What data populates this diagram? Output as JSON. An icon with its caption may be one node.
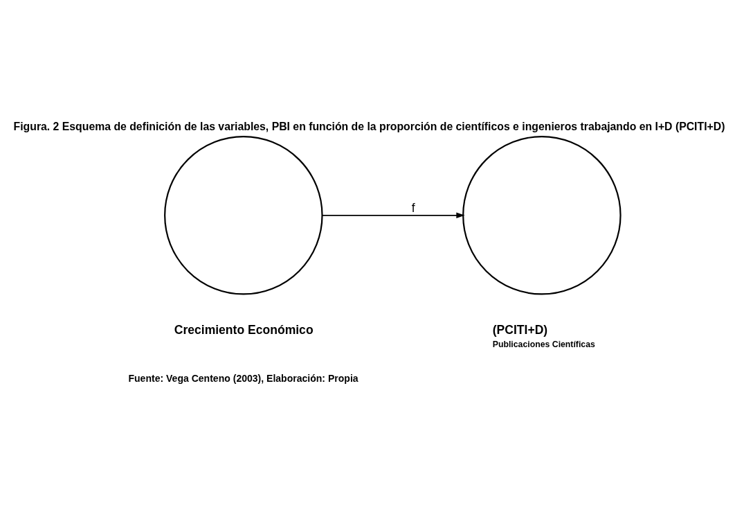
{
  "diagram": {
    "title": "Figura. 2 Esquema de definición de las variables, PBI en función de la proporción de científicos e ingenieros trabajando en I+D (PCITI+D)",
    "caption": "Fuente: Vega Centeno (2003), Elaboración: Propia",
    "nodes": [
      {
        "text": [],
        "shape": "circle",
        "beside": [
          "Crecimiento Económico"
        ]
      },
      {
        "text": [],
        "shape": "circle",
        "beside": [
          "(PCITI+D)",
          "Publicaciones Científicas"
        ]
      }
    ],
    "edges": [
      {
        "from": 0,
        "to": 1,
        "arrow": "to",
        "label": "f"
      }
    ]
  }
}
